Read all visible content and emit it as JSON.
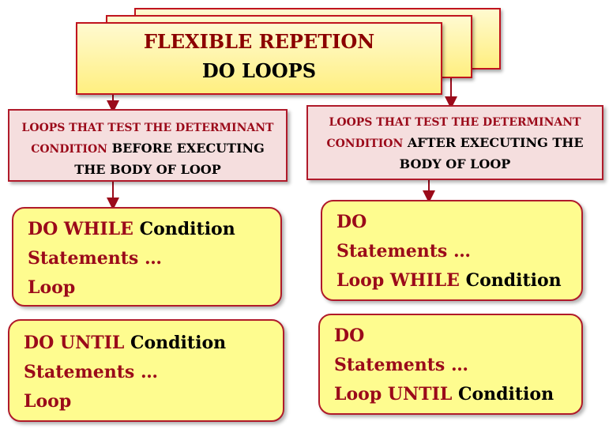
{
  "title": {
    "line1": "FLEXIBLE REPETION",
    "line2": "DO LOOPS"
  },
  "left_header": {
    "red_part1": "LOOPS THAT TEST THE DETERMINANT",
    "red_part2": "CONDITION",
    "black_part1": "BEFORE EXECUTING",
    "black_part2": "THE BODY OF LOOP"
  },
  "right_header": {
    "red_part1": "LOOPS THAT TEST THE DETERMINANT",
    "red_part2": "CONDITION",
    "black_part1": "AFTER EXECUTING THE",
    "black_part2": "BODY OF LOOP"
  },
  "cards": {
    "do_while": {
      "kw1": "DO WHILE",
      "cond": "Condition",
      "stmt": "Statements …",
      "end": "Loop"
    },
    "do_until": {
      "kw1": "DO UNTIL",
      "cond": "Condition",
      "stmt": "Statements …",
      "end": "Loop"
    },
    "loop_while": {
      "kw1": "DO",
      "stmt": "Statements …",
      "end_kw": "Loop WHILE",
      "cond": "Condition"
    },
    "loop_until": {
      "kw1": "DO",
      "stmt": "Statements …",
      "end_kw": "Loop UNTIL",
      "cond": "Condition"
    }
  },
  "colors": {
    "border": "#c0141e",
    "keyword": "#9b0a1a",
    "card_fill": "#fefc8f",
    "note_fill": "#f5dede"
  }
}
